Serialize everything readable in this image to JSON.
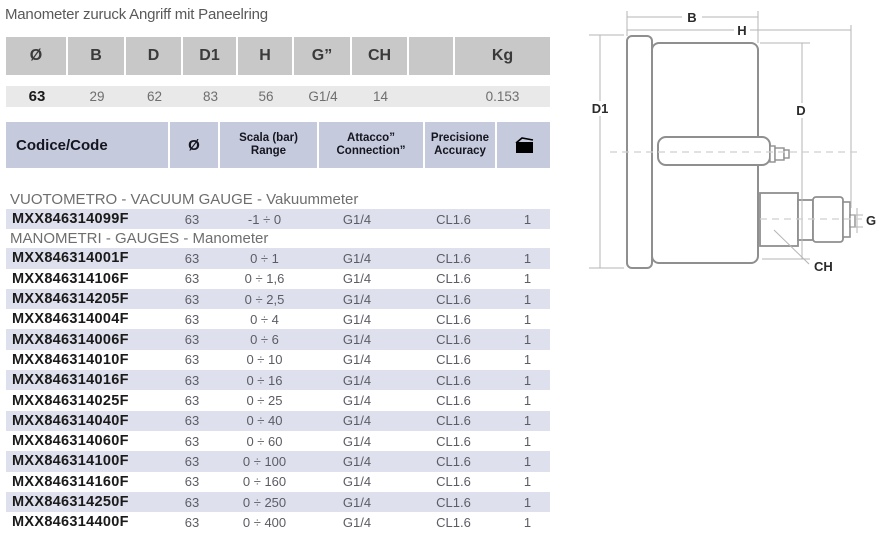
{
  "title": "Manometer zuruck Angriff mit Paneelring",
  "colors": {
    "dims_header_bg": "#c8c8c8",
    "dims_value_bg": "#e9e9e9",
    "prod_header_bg": "#c5cadd",
    "row_shaded_bg": "#dee1ed",
    "section_text": "#6e6e6e",
    "code_text": "#1a1a1a"
  },
  "dimensions_table": {
    "headers": {
      "c0": "Ø",
      "c1": "B",
      "c2": "D",
      "c3": "D1",
      "c4": "H",
      "c5": "G”",
      "c6": "CH",
      "c7": "",
      "c8": "Kg"
    },
    "values": {
      "c0": "63",
      "c1": "29",
      "c2": "62",
      "c3": "83",
      "c4": "56",
      "c5": "G1/4",
      "c6": "14",
      "c7": "",
      "c8": "0.153"
    }
  },
  "products_table": {
    "headers": {
      "code": "Codice/Code",
      "diameter": "Ø",
      "scale_line1": "Scala (bar)",
      "scale_line2": "Range",
      "connection_line1": "Attacco”",
      "connection_line2": "Connection”",
      "accuracy_line1": "Precisione",
      "accuracy_line2": "Accuracy",
      "package_icon": "package-icon"
    },
    "sections": [
      {
        "label": "VUOTOMETRO - VACUUM GAUGE - Vakuummeter",
        "rows": [
          {
            "code": "MXX846314099F",
            "diameter": "63",
            "range": "-1 ÷ 0",
            "connection": "G1/4",
            "accuracy": "CL1.6",
            "qty": "1"
          }
        ]
      },
      {
        "label": "MANOMETRI - GAUGES - Manometer",
        "rows": [
          {
            "code": "MXX846314001F",
            "diameter": "63",
            "range": "0 ÷ 1",
            "connection": "G1/4",
            "accuracy": "CL1.6",
            "qty": "1"
          },
          {
            "code": "MXX846314106F",
            "diameter": "63",
            "range": "0 ÷ 1,6",
            "connection": "G1/4",
            "accuracy": "CL1.6",
            "qty": "1"
          },
          {
            "code": "MXX846314205F",
            "diameter": "63",
            "range": "0 ÷ 2,5",
            "connection": "G1/4",
            "accuracy": "CL1.6",
            "qty": "1"
          },
          {
            "code": "MXX846314004F",
            "diameter": "63",
            "range": "0 ÷ 4",
            "connection": "G1/4",
            "accuracy": "CL1.6",
            "qty": "1"
          },
          {
            "code": "MXX846314006F",
            "diameter": "63",
            "range": "0 ÷ 6",
            "connection": "G1/4",
            "accuracy": "CL1.6",
            "qty": "1"
          },
          {
            "code": "MXX846314010F",
            "diameter": "63",
            "range": "0 ÷ 10",
            "connection": "G1/4",
            "accuracy": "CL1.6",
            "qty": "1"
          },
          {
            "code": "MXX846314016F",
            "diameter": "63",
            "range": "0 ÷ 16",
            "connection": "G1/4",
            "accuracy": "CL1.6",
            "qty": "1"
          },
          {
            "code": "MXX846314025F",
            "diameter": "63",
            "range": "0 ÷ 25",
            "connection": "G1/4",
            "accuracy": "CL1.6",
            "qty": "1"
          },
          {
            "code": "MXX846314040F",
            "diameter": "63",
            "range": "0 ÷ 40",
            "connection": "G1/4",
            "accuracy": "CL1.6",
            "qty": "1"
          },
          {
            "code": "MXX846314060F",
            "diameter": "63",
            "range": "0 ÷ 60",
            "connection": "G1/4",
            "accuracy": "CL1.6",
            "qty": "1"
          },
          {
            "code": "MXX846314100F",
            "diameter": "63",
            "range": "0 ÷ 100",
            "connection": "G1/4",
            "accuracy": "CL1.6",
            "qty": "1"
          },
          {
            "code": "MXX846314160F",
            "diameter": "63",
            "range": "0 ÷ 160",
            "connection": "G1/4",
            "accuracy": "CL1.6",
            "qty": "1"
          },
          {
            "code": "MXX846314250F",
            "diameter": "63",
            "range": "0 ÷ 250",
            "connection": "G1/4",
            "accuracy": "CL1.6",
            "qty": "1"
          },
          {
            "code": "MXX846314400F",
            "diameter": "63",
            "range": "0 ÷ 400",
            "connection": "G1/4",
            "accuracy": "CL1.6",
            "qty": "1"
          }
        ]
      }
    ]
  },
  "drawing": {
    "labels": {
      "B": "B",
      "H": "H",
      "D1": "D1",
      "D": "D",
      "G": "G",
      "CH": "CH"
    }
  }
}
